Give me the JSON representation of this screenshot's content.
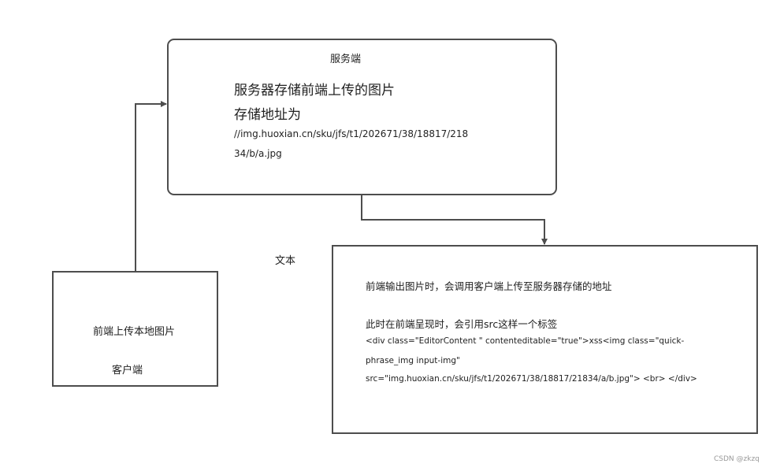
{
  "server_box": {
    "title": "服务端",
    "line1": "服务器存储前端上传的图片",
    "line2": "存储地址为",
    "path_line1": "//img.huoxian.cn/sku/jfs/t1/202671/38/18817/218",
    "path_line2": "34/b/a.jpg"
  },
  "client_box": {
    "action": "前端上传本地图片",
    "title": "客户端"
  },
  "floating_label": "文本",
  "output_box": {
    "line1": "前端输出图片时，会调用客户端上传至服务器存储的地址",
    "line2": "此时在前端呈现时，会引用src这样一个标签",
    "code1": "<div class=\"EditorContent \" contenteditable=\"true\">xss<img class=\"quick-",
    "code2": "phrase_img input-img\"",
    "code3": "src=\"img.huoxian.cn/sku/jfs/t1/202671/38/18817/21834/a/b.jpg\"> <br> </div>"
  },
  "watermark": "CSDN @zkzq",
  "colors": {
    "stroke": "#4d4d4d",
    "text": "#222222",
    "watermark": "#999999"
  }
}
